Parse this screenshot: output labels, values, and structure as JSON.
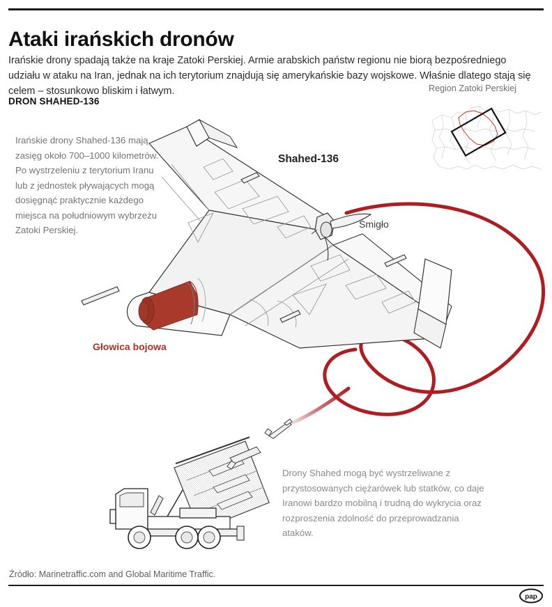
{
  "header": {
    "title": "Ataki irańskich dronów",
    "standfirst": "Irańskie drony spadają także na kraje Zatoki Perskiej. Armie arabskich państw regionu nie biorą bezpośredniego udziału w ataku na Iran, jednak na ich terytorium znajdują się amerykańskie bazy wojskowe. Właśnie dlatego stają się celem – stosunkowo bliskim i łatwym."
  },
  "section": {
    "label": "DRON SHAHED-136"
  },
  "left_copy": {
    "text": "Irańskie drony Shahed-136 mają zasięg około 700–1000 kilometrów. Po wystrzeleniu z terytorium Iranu lub z jednostek pływających mogą dosięgnąć praktycznie każdego miejsca na południowym wybrzeżu Zatoki Perskiej."
  },
  "bottom_copy": {
    "text": "Drony Shahed mogą być wystrzeliwane z przystosowanych ciężarówek lub statków, co daje Iranowi bardzo mobilną i trudną do wykrycia oraz rozproszenia zdolność do przeprowadzania ataków."
  },
  "locator_map": {
    "caption": "Region Zatoki Perskiej",
    "highlight_country": "Iran",
    "highlight_color": "#c0392b",
    "frame_color": "#111111",
    "coastline_color": "#cfcfcf"
  },
  "callouts": {
    "drone_name": "Shahed-136",
    "propeller": "Śmigło",
    "warhead": "Głowica bojowa"
  },
  "footer": {
    "source": "Źródło: Marinetraffic.com and Global Maritime Traffic.",
    "logo_text": "pap"
  },
  "colors": {
    "background": "#ffffff",
    "rule": "#1a1a1a",
    "body_text": "#2b2b2b",
    "muted_text": "#757575",
    "warhead_red": "#a93226",
    "trajectory_red": "#b01c20",
    "drone_fill": "#f4f4f4",
    "drone_stroke": "#333333"
  }
}
